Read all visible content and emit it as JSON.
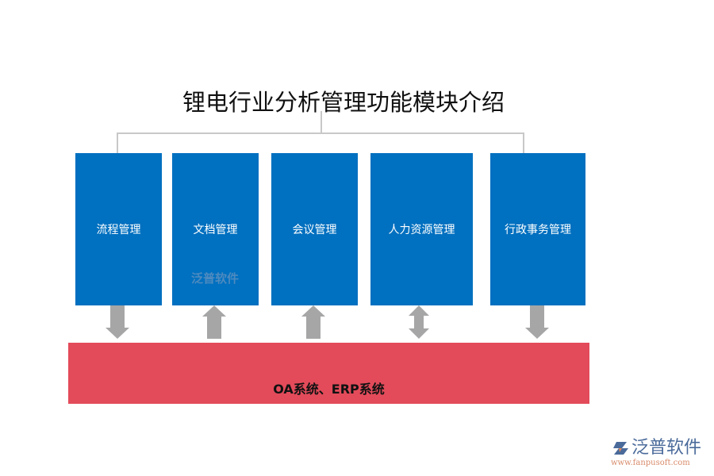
{
  "title": "锂电行业分析管理功能模块介绍",
  "modules": [
    {
      "label": "流程管理",
      "arrow": "down"
    },
    {
      "label": "文档管理",
      "arrow": "up"
    },
    {
      "label": "会议管理",
      "arrow": "up"
    },
    {
      "label": "人力资源管理",
      "arrow": "both"
    },
    {
      "label": "行政事务管理",
      "arrow": "down"
    }
  ],
  "system_bar": {
    "label": "OA系统、ERP系统"
  },
  "watermark": "泛普软件",
  "logo": {
    "name": "泛普软件",
    "url": "www.fanpusoft.com"
  },
  "colors": {
    "module": "#0070c0",
    "system_bar": "#e34b5a",
    "arrow": "#a6a6a6",
    "connector": "#c8c8c8"
  }
}
